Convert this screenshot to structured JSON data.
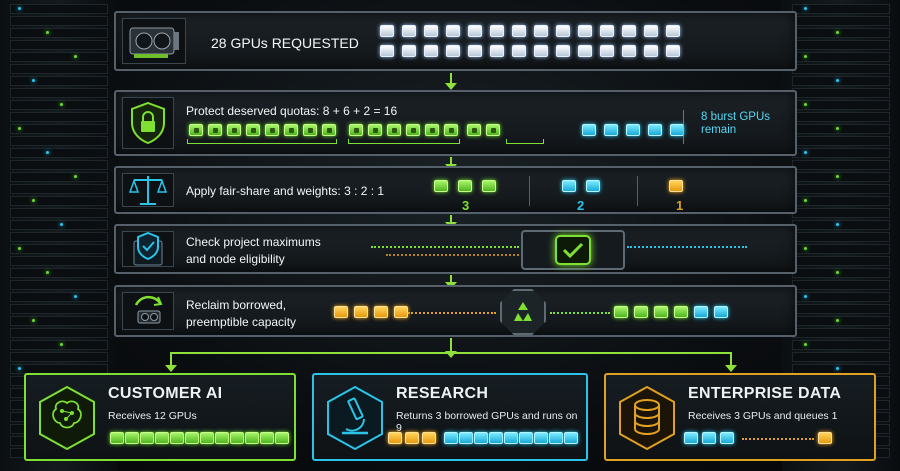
{
  "stages": {
    "request": {
      "title": "28 GPUs REQUESTED"
    },
    "quotas": {
      "title": "Protect deserved quotas: 8 + 6 + 2 = 16",
      "burst_note": "8 burst GPUs remain"
    },
    "fairshare": {
      "title": "Apply fair-share and weights: 3 : 2 : 1",
      "weights": [
        "3",
        "2",
        "1"
      ]
    },
    "maximums": {
      "title_line1": "Check project maximums",
      "title_line2": "and node eligibility"
    },
    "reclaim": {
      "title_line1": "Reclaim borrowed,",
      "title_line2": "preemptible capacity"
    }
  },
  "outcomes": [
    {
      "title": "CUSTOMER AI",
      "subtitle": "Receives 12 GPUs",
      "color": "#7ee032"
    },
    {
      "title": "RESEARCH",
      "subtitle": "Returns 3 borrowed GPUs and runs on 9",
      "color": "#2ac4e8"
    },
    {
      "title": "ENTERPRISE DATA",
      "subtitle": "Receives 3 GPUs and queues 1",
      "color": "#e0a020"
    }
  ],
  "colors": {
    "green": "#7ee032",
    "cyan": "#2ac4e8",
    "orange": "#e0a020",
    "white": "#dfe9ff"
  },
  "icons": [
    "gpu-card-icon",
    "shield-lock-icon",
    "balance-scale-icon",
    "shield-check-icon",
    "recycle-gpu-icon",
    "brain-circuit-icon",
    "microscope-icon",
    "database-icon",
    "check-icon",
    "recycle-icon"
  ]
}
